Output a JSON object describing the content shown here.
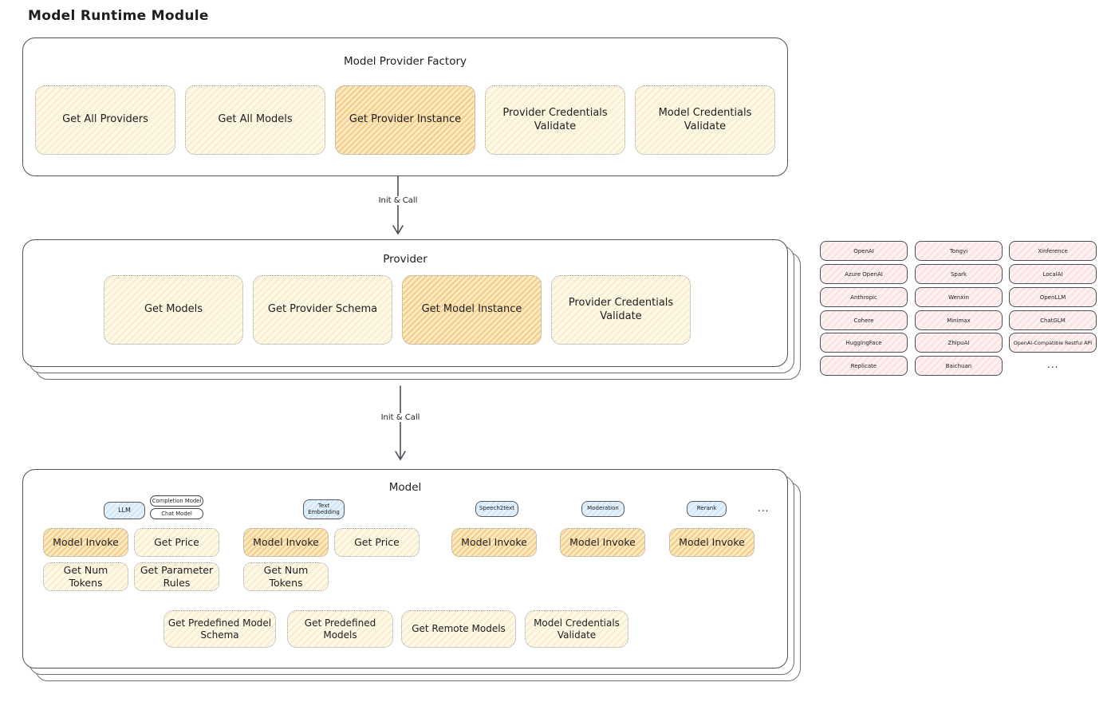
{
  "page_title": "Model Runtime Module",
  "factory": {
    "title": "Model Provider Factory",
    "buttons": [
      "Get All Providers",
      "Get All Models",
      "Get Provider Instance",
      "Provider Credentials Validate",
      "Model Credentials Validate"
    ]
  },
  "arrows": {
    "label1": "Init & Call",
    "label2": "Init & Call"
  },
  "provider": {
    "title": "Provider",
    "buttons": [
      "Get Models",
      "Get Provider Schema",
      "Get Model Instance",
      "Provider Credentials Validate"
    ]
  },
  "providers_panel": {
    "col1": [
      "OpenAI",
      "Azure OpenAI",
      "Anthropic",
      "Cohere",
      "HuggingFace",
      "Replicate"
    ],
    "col2": [
      "Tongyi",
      "Spark",
      "Wenxin",
      "Minimax",
      "ZhipuAI",
      "Baichuan"
    ],
    "col3": [
      "Xinference",
      "LocalAI",
      "OpenLLM",
      "ChatGLM",
      "OpenAI-Compatible Restful API"
    ],
    "more": "..."
  },
  "model": {
    "title": "Model",
    "tags": {
      "llm": "LLM",
      "completion": "Completion Model",
      "chat": "Chat Model",
      "text_embedding": "Text Embedding",
      "speech2text": "Speech2text",
      "moderation": "Moderation",
      "rerank": "Rerank",
      "more": "..."
    },
    "buttons": {
      "model_invoke": "Model Invoke",
      "get_price": "Get Price",
      "get_num_tokens": "Get Num Tokens",
      "get_parameter_rules": "Get Parameter Rules"
    },
    "bottom_buttons": [
      "Get Predefined Model Schema",
      "Get Predefined Models",
      "Get Remote Models",
      "Model Credentials Validate"
    ]
  },
  "colors": {
    "yellow_fill": "#fdf8e8",
    "yellow_hatch": "#f8eecd",
    "orange_fill": "#fbe9c4",
    "orange_hatch": "#f4cd87",
    "pink_fill": "#fdf1f1",
    "pink_hatch": "#f9e2e2",
    "blue_fill": "#e6f2fb",
    "blue_hatch": "#cfe6f7",
    "stroke_dark": "#4d5359"
  }
}
